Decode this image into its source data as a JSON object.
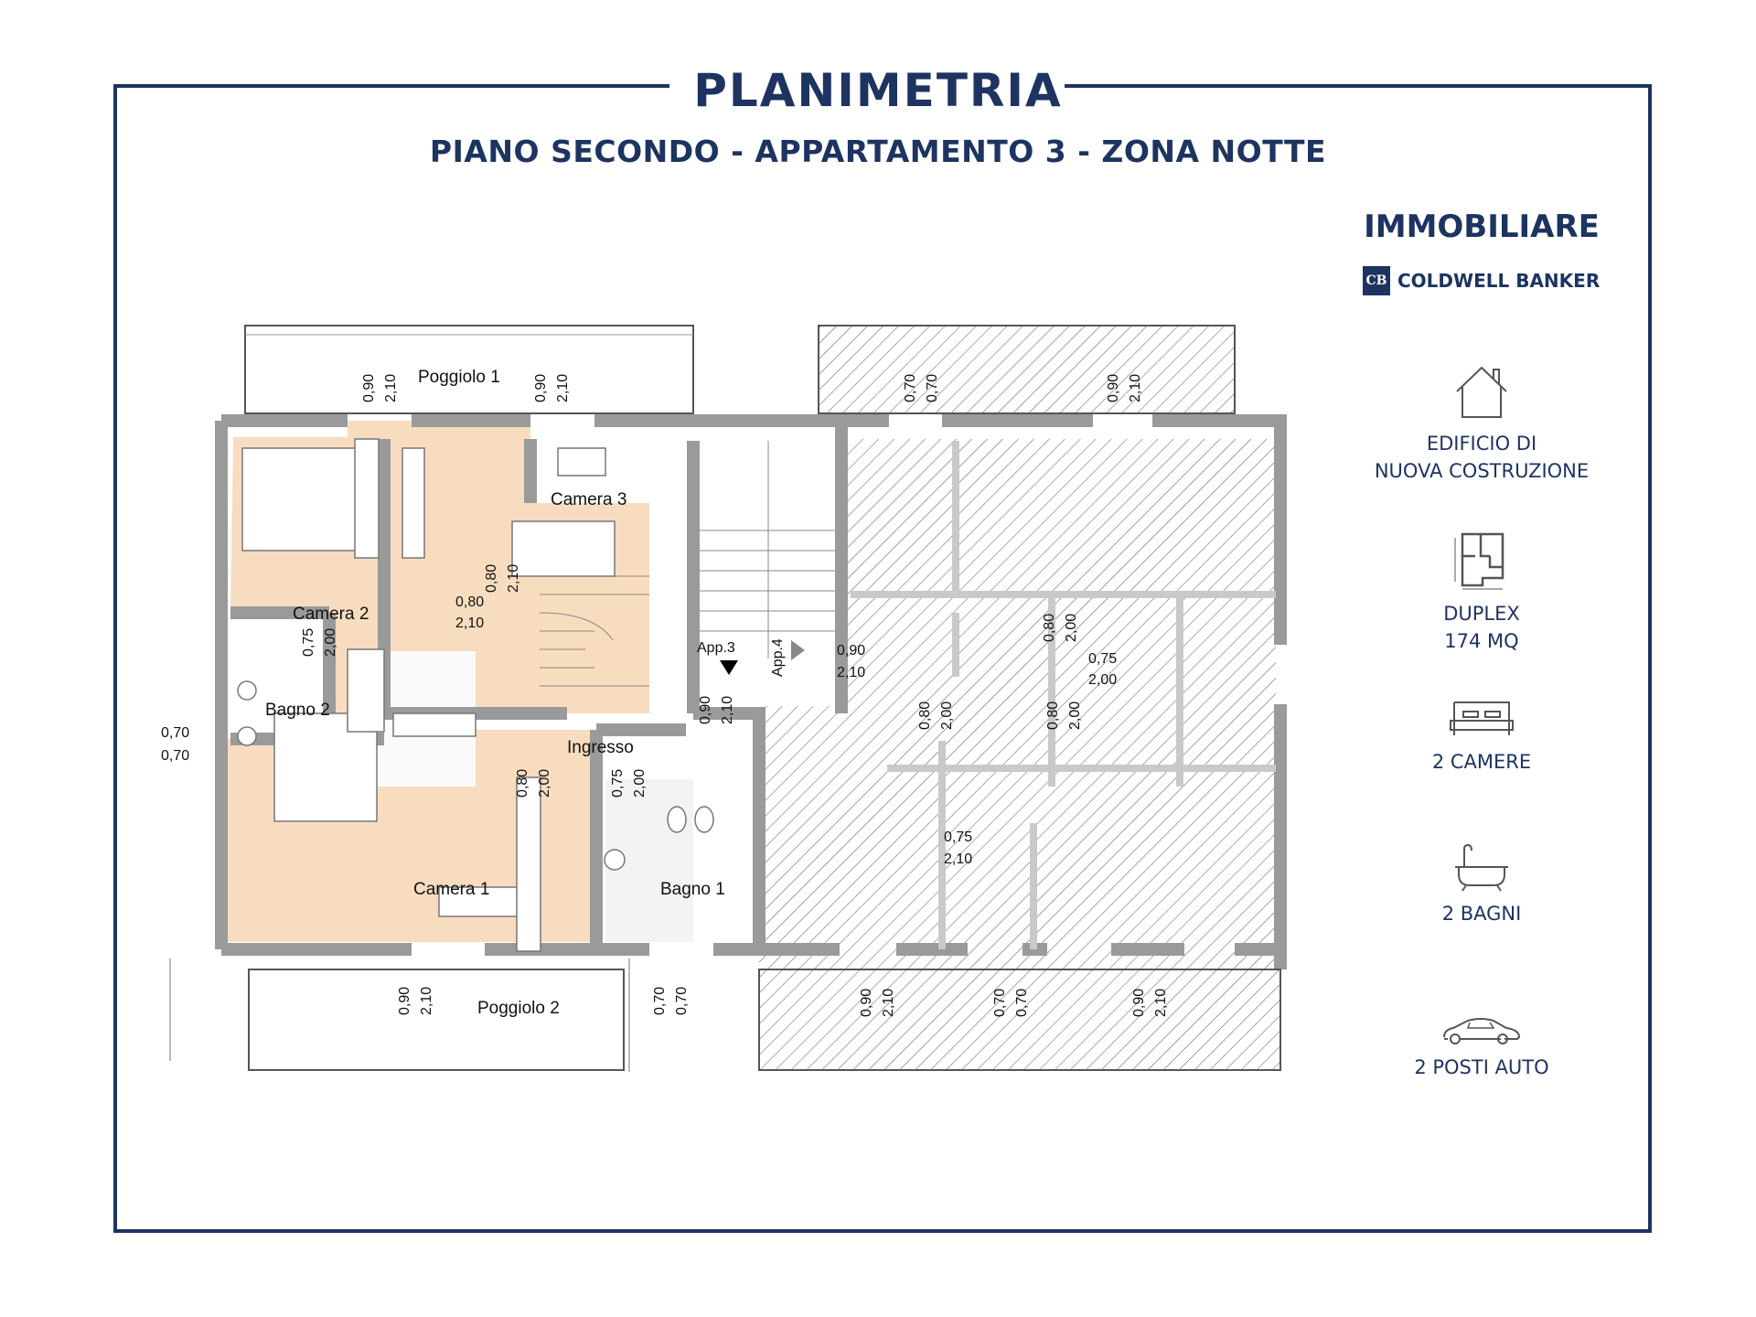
{
  "header": {
    "title": "PLANIMETRIA",
    "subtitle": "PIANO SECONDO - APPARTAMENTO 3 - ZONA NOTTE"
  },
  "brand": {
    "name": "IMMOBILIARE",
    "company": "COLDWELL BANKER",
    "logo_letters": "CB"
  },
  "features": [
    {
      "icon": "house-icon",
      "label_line1": "EDIFICIO DI",
      "label_line2": "NUOVA COSTRUZIONE"
    },
    {
      "icon": "floorplan-icon",
      "label_line1": "DUPLEX",
      "label_line2": "174 MQ"
    },
    {
      "icon": "bed-icon",
      "label_line1": "2 CAMERE",
      "label_line2": ""
    },
    {
      "icon": "bathtub-icon",
      "label_line1": "2 BAGNI",
      "label_line2": ""
    },
    {
      "icon": "car-icon",
      "label_line1": "2 POSTI AUTO",
      "label_line2": ""
    }
  ],
  "rooms": {
    "camera1": "Camera 1",
    "camera2": "Camera 2",
    "camera3": "Camera 3",
    "bagno1": "Bagno 1",
    "bagno2": "Bagno 2",
    "ingresso": "Ingresso",
    "poggiolo1": "Poggiolo 1",
    "poggiolo2": "Poggiolo 2",
    "app3": "App.3",
    "app4": "App.4"
  },
  "dimensions": {
    "d090": "0,90",
    "d210": "2,10",
    "d080": "0,80",
    "d200": "2,00",
    "d075": "0,75",
    "d070": "0,70"
  },
  "colors": {
    "brand": "#1d3461",
    "room_fill": "#f8dcbf",
    "wall": "#9a9a9a"
  }
}
